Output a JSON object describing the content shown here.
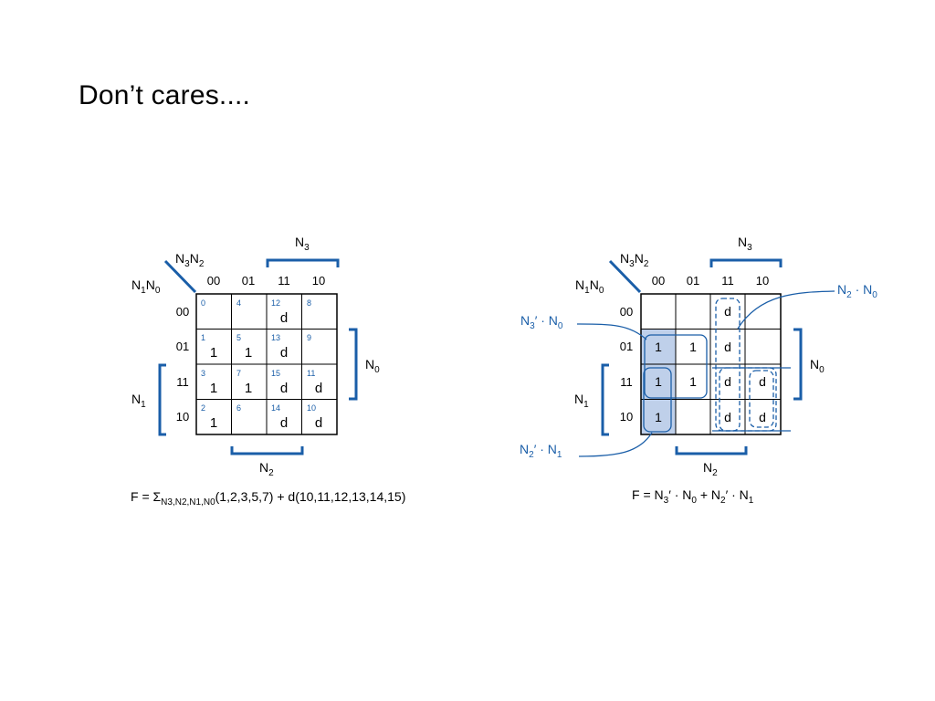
{
  "title": "Don’t cares....",
  "colors": {
    "accent": "#1a5ea8",
    "shade": "#bfd0ea",
    "ink": "#000000"
  },
  "left_map": {
    "corner_top": [
      "N",
      "3",
      "N",
      "2"
    ],
    "corner_left": [
      "N",
      "1",
      "N",
      "0"
    ],
    "col_labels": [
      "00",
      "01",
      "11",
      "10"
    ],
    "row_labels": [
      "00",
      "01",
      "11",
      "10"
    ],
    "brace_top": [
      "N",
      "3"
    ],
    "brace_right": [
      "N",
      "0"
    ],
    "brace_left": [
      "N",
      "1"
    ],
    "brace_bottom": [
      "N",
      "2"
    ],
    "cells": [
      [
        {
          "idx": "0",
          "val": ""
        },
        {
          "idx": "4",
          "val": ""
        },
        {
          "idx": "12",
          "val": "d"
        },
        {
          "idx": "8",
          "val": ""
        }
      ],
      [
        {
          "idx": "1",
          "val": "1"
        },
        {
          "idx": "5",
          "val": "1"
        },
        {
          "idx": "13",
          "val": "d"
        },
        {
          "idx": "9",
          "val": ""
        }
      ],
      [
        {
          "idx": "3",
          "val": "1"
        },
        {
          "idx": "7",
          "val": "1"
        },
        {
          "idx": "15",
          "val": "d"
        },
        {
          "idx": "11",
          "val": "d"
        }
      ],
      [
        {
          "idx": "2",
          "val": "1"
        },
        {
          "idx": "6",
          "val": ""
        },
        {
          "idx": "14",
          "val": "d"
        },
        {
          "idx": "10",
          "val": "d"
        }
      ]
    ],
    "formula": {
      "f": "F = Σ",
      "sub": "N3,N2,N1,N0",
      "rest": "(1,2,3,5,7) + d(10,11,12,13,14,15)"
    }
  },
  "right_map": {
    "corner_top": [
      "N",
      "3",
      "N",
      "2"
    ],
    "corner_left": [
      "N",
      "1",
      "N",
      "0"
    ],
    "col_labels": [
      "00",
      "01",
      "11",
      "10"
    ],
    "row_labels": [
      "00",
      "01",
      "11",
      "10"
    ],
    "brace_top": [
      "N",
      "3"
    ],
    "brace_right": [
      "N",
      "0"
    ],
    "brace_left": [
      "N",
      "1"
    ],
    "brace_bottom": [
      "N",
      "2"
    ],
    "cells": [
      [
        "",
        "",
        "d",
        ""
      ],
      [
        "1",
        "1",
        "d",
        ""
      ],
      [
        "1",
        "1",
        "d",
        "d"
      ],
      [
        "1",
        "",
        "d",
        "d"
      ]
    ],
    "annotations": {
      "n3p_n0": {
        "a": "N",
        "a_sub": "3",
        "op": "′ · ",
        "b": "N",
        "b_sub": "0"
      },
      "n2_n0": {
        "a": "N",
        "a_sub": "2",
        "op": " · ",
        "b": "N",
        "b_sub": "0"
      },
      "n2p_n1": {
        "a": "N",
        "a_sub": "2",
        "op": "′ · ",
        "b": "N",
        "b_sub": "1"
      }
    },
    "formula": {
      "f": "F = N",
      "s1": "3",
      "m1": "′ · N",
      "s2": "0",
      "m2": " + N",
      "s3": "2",
      "m3": "′ · N",
      "s4": "1"
    }
  }
}
